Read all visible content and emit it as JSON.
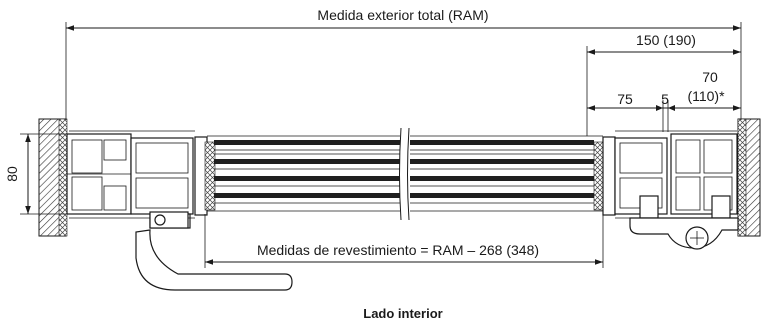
{
  "dimensions": {
    "total_width": "Medida exterior total (RAM)",
    "side_width": "150 (190)",
    "frame_inner": "75",
    "gap": "5",
    "frame_outer_top": "70",
    "frame_outer_bottom": "(110)*",
    "height": "80",
    "cladding": "Medidas de revestimiento = RAM – 268 (348)"
  },
  "caption": "Lado interior"
}
